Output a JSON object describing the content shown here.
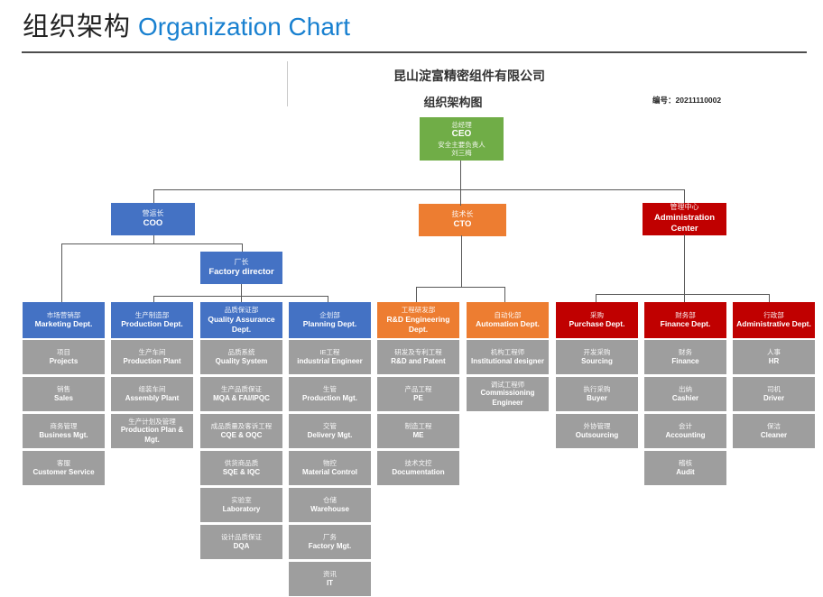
{
  "header": {
    "title_zh": "组织架构",
    "title_en": "Organization Chart"
  },
  "doc": {
    "company": "昆山淀富精密组件有限公司",
    "subtitle": "组织架构图",
    "no_label": "编号：",
    "no": "20211110002"
  },
  "colors": {
    "green": "#70ad47",
    "blue": "#4472c4",
    "orange": "#ed7d31",
    "red": "#c00000",
    "gray": "#9e9e9e",
    "connector": "#595959",
    "title_blue": "#1880d0"
  },
  "org": {
    "ceo": {
      "lines": [
        "总经理",
        "CEO",
        "安全主要负责人",
        "刘三梅"
      ]
    },
    "executives": [
      {
        "id": "coo",
        "zh": "营运长",
        "en": "COO",
        "color": "blue"
      },
      {
        "id": "cto",
        "zh": "技术长",
        "en": "CTO",
        "color": "orange"
      },
      {
        "id": "admin-center",
        "zh": "管理中心",
        "en": "Administration Center",
        "color": "red"
      }
    ],
    "factory_director": {
      "zh": "厂长",
      "en": "Factory director",
      "color": "blue"
    },
    "departments": [
      {
        "id": "marketing",
        "color": "blue",
        "zh": "市场营销部",
        "en": "Marketing Dept.",
        "units": [
          [
            "项目",
            "Projects"
          ],
          [
            "销售",
            "Sales"
          ],
          [
            "商务管理",
            "Business Mgt."
          ],
          [
            "客服",
            "Customer Service"
          ]
        ]
      },
      {
        "id": "production",
        "color": "blue",
        "zh": "生产制造部",
        "en": "Production Dept.",
        "units": [
          [
            "生产车间",
            "Production Plant"
          ],
          [
            "组装车间",
            "Assembly Plant"
          ],
          [
            "生产计划及管理",
            "Production Plan & Mgt."
          ]
        ]
      },
      {
        "id": "quality-assurance",
        "color": "blue",
        "zh": "品质保证部",
        "en": "Quality Assurance Dept.",
        "units": [
          [
            "品质系统",
            "Quality System"
          ],
          [
            "生产品质保证",
            "MQA & FAI/IPQC"
          ],
          [
            "成品质量及客诉工程",
            "CQE & OQC"
          ],
          [
            "供货商品质",
            "SQE & IQC"
          ],
          [
            "实验室",
            "Laboratory"
          ],
          [
            "设计品质保证",
            "DQA"
          ]
        ]
      },
      {
        "id": "planning",
        "color": "blue",
        "zh": "企划部",
        "en": "Planning Dept.",
        "units": [
          [
            "IE工程",
            "industrial Engineer"
          ],
          [
            "生管",
            "Production Mgt."
          ],
          [
            "交管",
            "Delivery Mgt."
          ],
          [
            "物控",
            "Material Control"
          ],
          [
            "仓储",
            "Warehouse"
          ],
          [
            "厂务",
            "Factory Mgt."
          ],
          [
            "资讯",
            "IT"
          ]
        ]
      },
      {
        "id": "rd-engineering",
        "color": "orange",
        "zh": "工程研发部",
        "en": "R&D Engineering Dept.",
        "units": [
          [
            "研发及专利工程",
            "R&D and Patent"
          ],
          [
            "产品工程",
            "PE"
          ],
          [
            "制造工程",
            "ME"
          ],
          [
            "技术文控",
            "Documentation"
          ]
        ]
      },
      {
        "id": "automation",
        "color": "orange",
        "zh": "自动化部",
        "en": "Automation Dept.",
        "units": [
          [
            "机构工程师",
            "Institutional designer"
          ],
          [
            "调试工程师",
            "Commissioning Engineer"
          ]
        ]
      },
      {
        "id": "purchase",
        "color": "red",
        "zh": "采购",
        "en": "Purchase Dept.",
        "units": [
          [
            "开发采购",
            "Sourcing"
          ],
          [
            "执行采购",
            "Buyer"
          ],
          [
            "外协管理",
            "Outsourcing"
          ]
        ]
      },
      {
        "id": "finance",
        "color": "red",
        "zh": "财务部",
        "en": "Finance Dept.",
        "units": [
          [
            "财务",
            "Finance"
          ],
          [
            "出纳",
            "Cashier"
          ],
          [
            "会计",
            "Accounting"
          ],
          [
            "稽核",
            "Audit"
          ]
        ]
      },
      {
        "id": "administrative",
        "color": "red",
        "zh": "行政部",
        "en": "Administrative Dept.",
        "units": [
          [
            "人事",
            "HR"
          ],
          [
            "司机",
            "Driver"
          ],
          [
            "保洁",
            "Cleaner"
          ]
        ]
      }
    ]
  }
}
